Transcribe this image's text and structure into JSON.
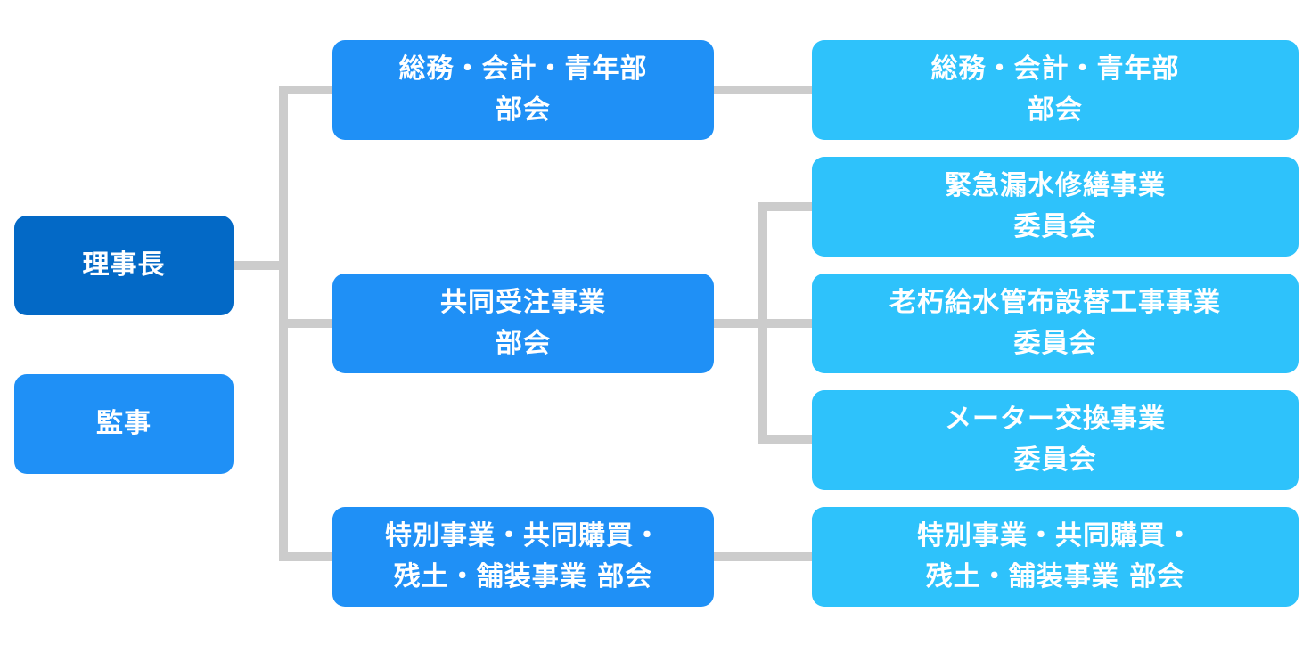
{
  "chairman": {
    "label": "理事長"
  },
  "auditor": {
    "label": "監事"
  },
  "departments": [
    {
      "lines": [
        "総務・会計・青年部",
        "部会"
      ],
      "committees": [
        {
          "lines": [
            "総務・会計・青年部",
            "部会"
          ]
        }
      ]
    },
    {
      "lines": [
        "共同受注事業",
        "部会"
      ],
      "committees": [
        {
          "lines": [
            "緊急漏水修繕事業",
            "委員会"
          ]
        },
        {
          "lines": [
            "老朽給水管布設替工事事業",
            "委員会"
          ]
        },
        {
          "lines": [
            "メーター交換事業",
            "委員会"
          ]
        }
      ]
    },
    {
      "lines": [
        "特別事業・共同購買・",
        "残土・舗装事業 部会"
      ],
      "committees": [
        {
          "lines": [
            "特別事業・共同購買・",
            "残土・舗装事業 部会"
          ]
        }
      ]
    }
  ],
  "colors": {
    "chairman": "#0369c6",
    "department": "#1f90f6",
    "committee": "#2ec2fb",
    "connector": "#cccccc"
  }
}
